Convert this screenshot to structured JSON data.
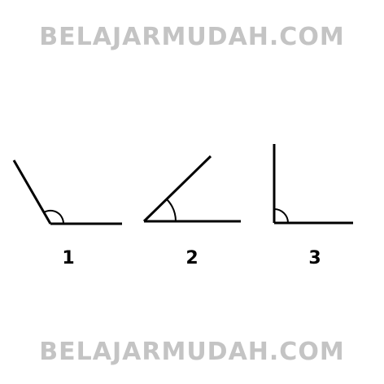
{
  "watermark": {
    "top_text": "BELAJARMUDAH.COM",
    "bottom_text": "BELAJARMUDAH.COM",
    "color": "#c4c4c4"
  },
  "angles": [
    {
      "label": "1",
      "kind": "obtuse"
    },
    {
      "label": "2",
      "kind": "acute"
    },
    {
      "label": "3",
      "kind": "right"
    }
  ],
  "stroke_color": "#000000"
}
